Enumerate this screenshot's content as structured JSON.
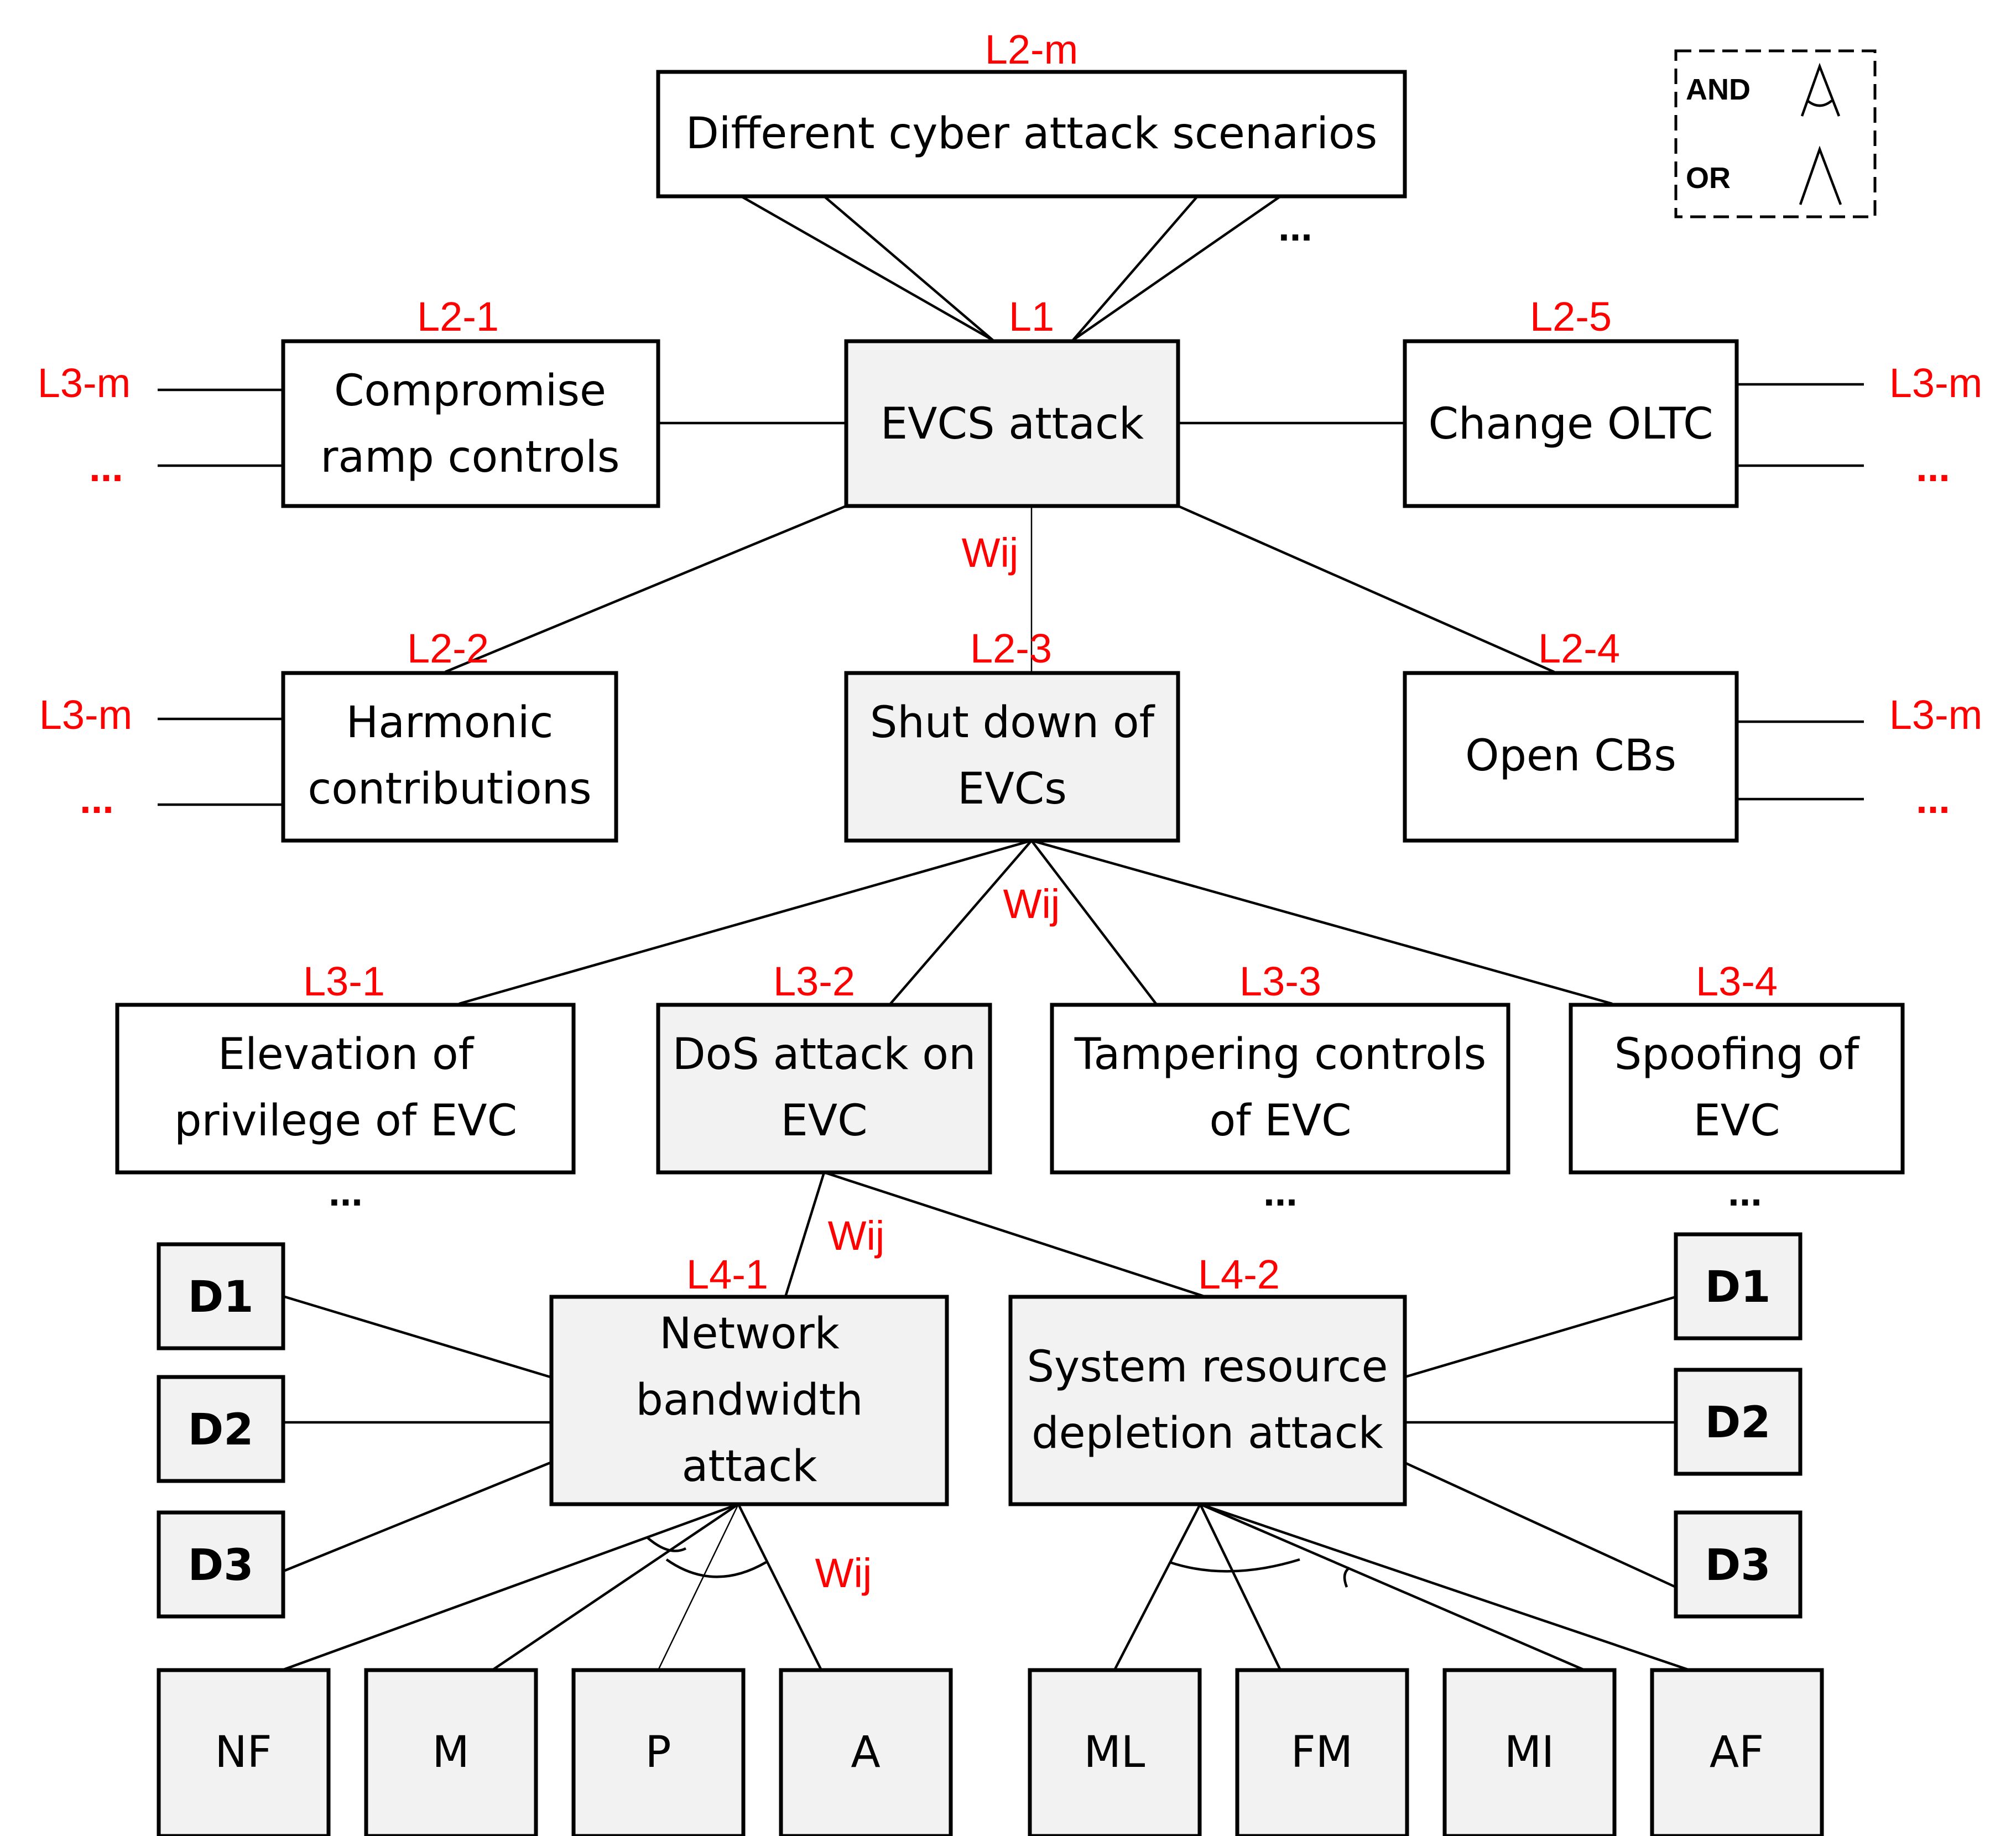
{
  "colors": {
    "label": "#ff0000",
    "box_fill_gray": "#f2f2f2",
    "box_fill_white": "#ffffff",
    "stroke": "#000000"
  },
  "legend": {
    "and_label": "AND",
    "or_label": "OR"
  },
  "ellipsis": "...",
  "weight_label": "Wij",
  "nodes": {
    "root": {
      "label": "L2-m",
      "text": "Different cyber attack scenarios"
    },
    "evcs": {
      "label": "L1",
      "text": "EVCS attack"
    },
    "ramp": {
      "label": "L2-1",
      "line1": "Compromise",
      "line2": "ramp controls"
    },
    "oltc": {
      "label": "L2-5",
      "text": "Change OLTC"
    },
    "harmonic": {
      "label": "L2-2",
      "line1": "Harmonic",
      "line2": "contributions"
    },
    "shutdown": {
      "label": "L2-3",
      "line1": "Shut down of",
      "line2": "EVCs"
    },
    "opencb": {
      "label": "L2-4",
      "text": "Open CBs"
    },
    "elevation": {
      "label": "L3-1",
      "line1": "Elevation of",
      "line2": "privilege of EVC"
    },
    "dos": {
      "label": "L3-2",
      "line1": "DoS attack on",
      "line2": "EVC"
    },
    "tamper": {
      "label": "L3-3",
      "line1": "Tampering controls",
      "line2": "of EVC"
    },
    "spoof": {
      "label": "L3-4",
      "line1": "Spoofing of",
      "line2": "EVC"
    },
    "netbw": {
      "label": "L4-1",
      "line1": "Network",
      "line2": "bandwidth",
      "line3": "attack"
    },
    "sysres": {
      "label": "L4-2",
      "line1": "System resource",
      "line2": "depletion attack"
    }
  },
  "side_labels": {
    "l3m": "L3-m"
  },
  "d_boxes": [
    "D1",
    "D2",
    "D3"
  ],
  "leaves_left": [
    "NF",
    "M",
    "P",
    "A"
  ],
  "leaves_right": [
    "ML",
    "FM",
    "MI",
    "AF"
  ]
}
